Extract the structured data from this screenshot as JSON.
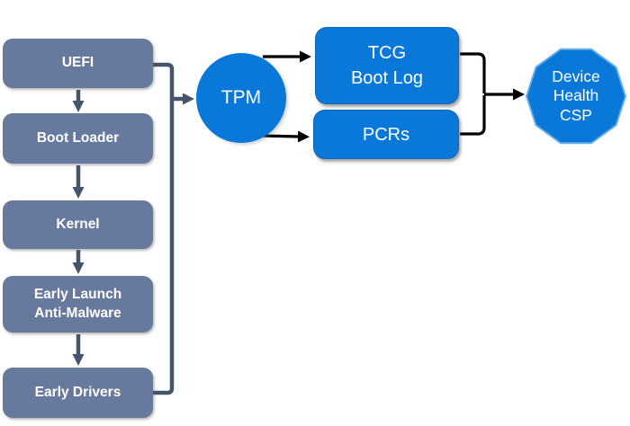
{
  "diagram": {
    "nodes": {
      "uefi": "UEFI",
      "boot_loader": "Boot Loader",
      "kernel": "Kernel",
      "early_launch_anti_malware": "Early Launch\nAnti-Malware",
      "early_drivers": "Early Drivers",
      "tpm": "TPM",
      "tcg_boot_log": "TCG\nBoot Log",
      "pcrs": "PCRs",
      "device_health_csp": "Device\nHealth\nCSP"
    },
    "edges": [
      {
        "from": "UEFI",
        "to": "Boot Loader"
      },
      {
        "from": "Boot Loader",
        "to": "Kernel"
      },
      {
        "from": "Kernel",
        "to": "Early Launch Anti-Malware"
      },
      {
        "from": "Early Launch Anti-Malware",
        "to": "Early Drivers"
      },
      {
        "from": "UEFI",
        "to": "TPM"
      },
      {
        "from": "Early Drivers",
        "to": "TPM"
      },
      {
        "from": "TPM",
        "to": "TCG Boot Log"
      },
      {
        "from": "TPM",
        "to": "PCRs"
      },
      {
        "from": "TCG Boot Log",
        "to": "Device Health CSP"
      },
      {
        "from": "PCRs",
        "to": "Device Health CSP"
      }
    ],
    "colors": {
      "boot_chain_box": "#67799C",
      "boot_chain_arrow": "#44546A",
      "tpm_blue": "#0978D8",
      "attestation_arrow": "#000000",
      "label_text": "#FFFFFF",
      "background": "#FFFFFF"
    }
  }
}
